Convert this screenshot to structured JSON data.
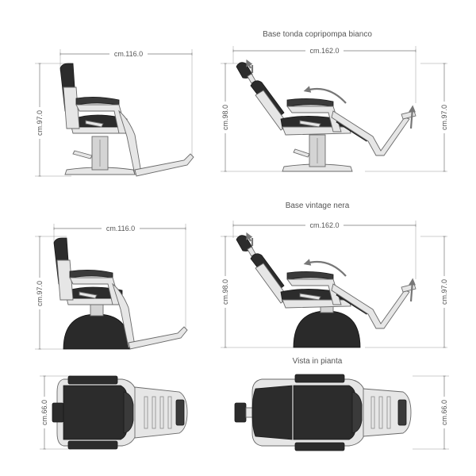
{
  "titles": {
    "top_right": "Base tonda copripompa bianco",
    "middle_right": "Base vintage nera",
    "bottom_right": "Vista in pianta"
  },
  "dimensions": {
    "top_left_width": "cm.116.0",
    "top_left_height": "cm.97.0",
    "top_right_width": "cm.162.0",
    "top_right_height_left": "cm.98.0",
    "top_right_height_right": "cm.97.0",
    "mid_left_width": "cm.116.0",
    "mid_left_height": "cm.97.0",
    "mid_right_width": "cm.162.0",
    "mid_right_height_left": "cm.98.0",
    "mid_right_height_right": "cm.97.0",
    "plan_left_depth": "cm.66.0",
    "plan_right_depth": "cm.66.0"
  },
  "colors": {
    "upholstery": "#2c2c2c",
    "chrome": "#e6e6e6",
    "line": "#6a6a6a",
    "arrow": "#777777"
  },
  "icons": [
    "arrow-recline-icon",
    "arrow-headrest-icon",
    "arrow-footrest-icon"
  ]
}
